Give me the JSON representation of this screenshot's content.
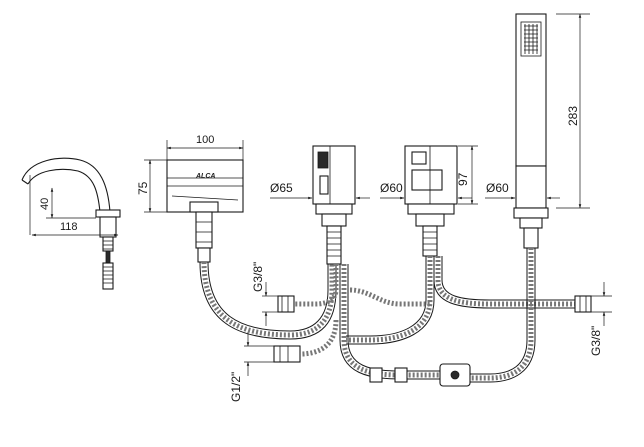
{
  "dimensions": {
    "spout_height": "40",
    "spout_length": "118",
    "mixer_width": "100",
    "mixer_height": "75",
    "diverter_dia": "Ø65",
    "valve_dia": "Ø60",
    "valve_height": "97",
    "shower_dia": "Ø60",
    "shower_height": "283",
    "thread_left": "G3/8\"",
    "thread_inlet": "G1/2\"",
    "thread_right": "G3/8\""
  },
  "logo_text": "ALCA"
}
